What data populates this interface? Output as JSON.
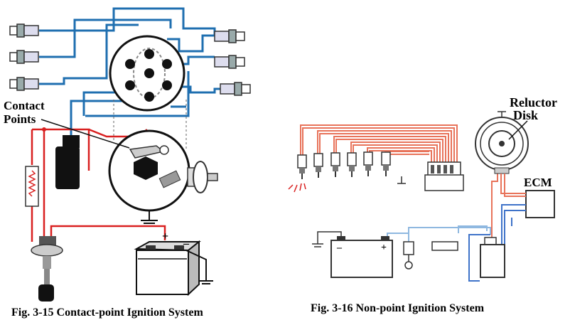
{
  "figures": [
    {
      "caption": "Fig. 3-15  Contact-point Ignition System",
      "labels": {
        "contact_points_line1": "Contact",
        "contact_points_line2": "Points"
      },
      "symbols": {
        "plus": "+",
        "minus": "–"
      }
    },
    {
      "caption": "Fig. 3-16  Non-point Ignition System",
      "labels": {
        "reluctor_line1": "Reluctor",
        "reluctor_line2": "Disk",
        "ecm": "ECM"
      },
      "symbols": {
        "plus": "+",
        "minus": "–"
      }
    }
  ],
  "colors": {
    "primary_wire": "#d92020",
    "secondary_wire_left": "#1f6fb0",
    "secondary_wire_right": "#e8735a",
    "signal_wire": "#3f73c9",
    "light_wire": "#8fb8e0",
    "component": "#111111"
  }
}
